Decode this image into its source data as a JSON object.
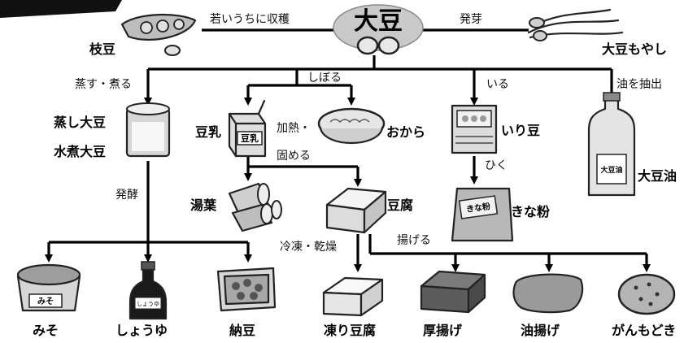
{
  "center": {
    "label": "大豆"
  },
  "nodes": {
    "edamame": "枝豆",
    "moyashi": "大豆もやし",
    "mushi": "蒸し大豆",
    "mizuni": "水煮大豆",
    "tonyu": "豆乳",
    "okara": "おから",
    "irimame": "いり豆",
    "daizuyu": "大豆油",
    "yuba": "湯葉",
    "tofu": "豆腐",
    "kinako": "きな粉",
    "miso": "みそ",
    "shoyu": "しょうゆ",
    "natto": "納豆",
    "koridofu": "凍り豆腐",
    "atsuage": "厚揚げ",
    "aburaage": "油揚げ",
    "ganmodoki": "がんもどき"
  },
  "processes": {
    "harvest": "若いうちに収穫",
    "sprout": "発芽",
    "steam": "蒸す・煮る",
    "squeeze": "しぼる",
    "roast": "いる",
    "extract": "油を抽出",
    "heat1": "加熱・",
    "heat2": "固める",
    "grind": "ひく",
    "ferment": "発酵",
    "freeze": "冷凍・乾燥",
    "fry": "揚げる"
  },
  "package_text": {
    "tonyu_box": "豆乳",
    "kinako_bag": "きな粉",
    "oil_bottle": "大豆油",
    "miso_tub": "みそ",
    "shoyu_bottle": "しょうゆ"
  }
}
